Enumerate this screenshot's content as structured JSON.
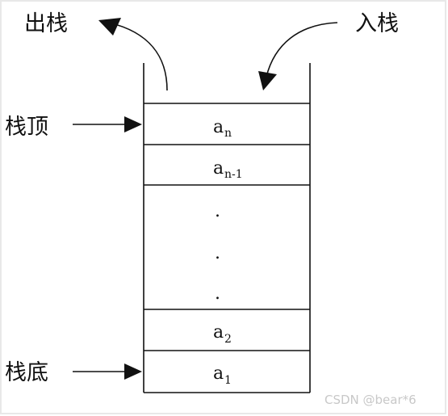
{
  "labels": {
    "pop": "出栈",
    "push": "入栈",
    "top": "栈顶",
    "bottom": "栈底"
  },
  "cells": {
    "a_n": {
      "base": "a",
      "sub": "n"
    },
    "a_n_minus_1": {
      "base": "a",
      "sub": "n-1"
    },
    "ellipsis": ".",
    "a_2": {
      "base": "a",
      "sub": "2"
    },
    "a_1": {
      "base": "a",
      "sub": "1"
    }
  },
  "watermark": "CSDN @bear*6"
}
